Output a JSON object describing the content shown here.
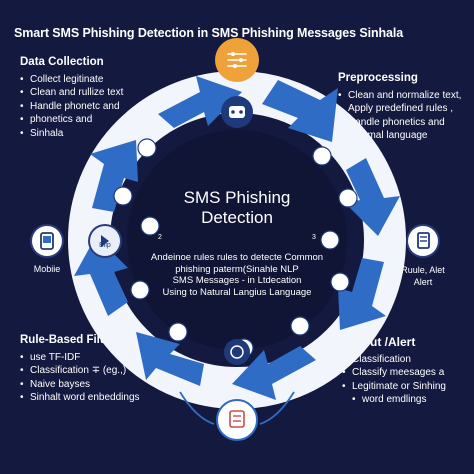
{
  "title": "Smart SMS Phishing Detection in SMS  Phishing Messages Sinhala",
  "sections": {
    "data_collection": {
      "heading": "Data Collection",
      "items": [
        "Collect legitinate",
        "Clean and rullize text",
        "Handle phonetc and",
        "phonetics and",
        "Sinhala"
      ]
    },
    "preprocessing": {
      "heading": "Preprocessing",
      "items": [
        "Clean and normalize text,",
        "Apply predefined rules ,",
        "Handle phonetics and",
        "informal language"
      ]
    },
    "rule_filtering": {
      "heading": "Rule-Based Filtering",
      "items": [
        "use TF-IDF",
        "Classification ∓ (eg.,)",
        "Naive bayses",
        "Sinhalt word enbeddings"
      ]
    },
    "output": {
      "heading": "Output /Alert",
      "items": [
        "Classification",
        "Classify meesages a",
        "Legitimate  or Sinhing",
        "word emdlings"
      ]
    }
  },
  "center": {
    "title_line1": "SMS Phishing",
    "title_line2": "Detection",
    "num_left": "2",
    "num_right": "3",
    "desc": [
      "Andeinoe rules rules to  detecte Common",
      "phishing paterm(Sinahle NLP",
      "SMS Messages - in Ltdecation",
      "Using to Natural Langius Language"
    ]
  },
  "side": {
    "mobile_label": "Mobiie",
    "blip_label": "Blip",
    "rule_alert_line1": "Ruule, Alet",
    "rule_alert_line2": "Alert"
  },
  "colors": {
    "background": "#14193f",
    "ring_blue": "#2f6cc5",
    "ring_white": "#f2f5fb",
    "accent_orange": "#f0a23a",
    "center_disc": "#101535",
    "icon_navy": "#1f3a7a"
  },
  "icons": [
    "sliders-icon",
    "robot-icon",
    "phone-icon",
    "document-icon",
    "chat-icon",
    "shield-icon",
    "cloud-icon",
    "database-icon",
    "brain-icon",
    "users-icon",
    "inbox-icon",
    "mobile-icon",
    "tablet-icon",
    "bug-icon",
    "clipboard-icon",
    "alert-icon",
    "gear-icon"
  ]
}
